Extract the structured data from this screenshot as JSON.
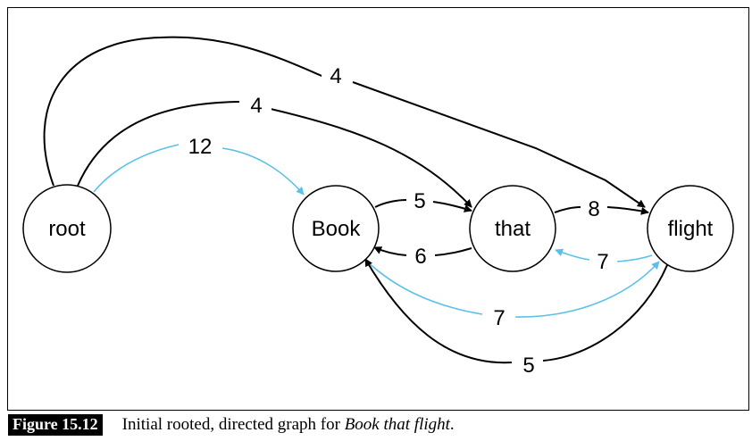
{
  "nodes": [
    {
      "id": "root",
      "label": "root"
    },
    {
      "id": "book",
      "label": "Book"
    },
    {
      "id": "that",
      "label": "that"
    },
    {
      "id": "flight",
      "label": "flight"
    }
  ],
  "edges": [
    {
      "id": "root-flight",
      "from": "root",
      "to": "flight",
      "weight": "4",
      "color": "#000000"
    },
    {
      "id": "root-that",
      "from": "root",
      "to": "that",
      "weight": "4",
      "color": "#000000"
    },
    {
      "id": "root-book",
      "from": "root",
      "to": "book",
      "weight": "12",
      "color": "#5bc0eb"
    },
    {
      "id": "book-that",
      "from": "book",
      "to": "that",
      "weight": "5",
      "color": "#000000"
    },
    {
      "id": "that-book",
      "from": "that",
      "to": "book",
      "weight": "6",
      "color": "#000000"
    },
    {
      "id": "that-flight",
      "from": "that",
      "to": "flight",
      "weight": "8",
      "color": "#000000"
    },
    {
      "id": "flight-that",
      "from": "flight",
      "to": "that",
      "weight": "7",
      "color": "#5bc0eb"
    },
    {
      "id": "book-flight",
      "from": "book",
      "to": "flight",
      "weight": "7",
      "color": "#5bc0eb"
    },
    {
      "id": "flight-book",
      "from": "flight",
      "to": "book",
      "weight": "5",
      "color": "#000000"
    }
  ],
  "caption": {
    "tag": "Figure 15.12",
    "text": "Initial rooted, directed graph for ",
    "italic": "Book that flight",
    "end": "."
  }
}
